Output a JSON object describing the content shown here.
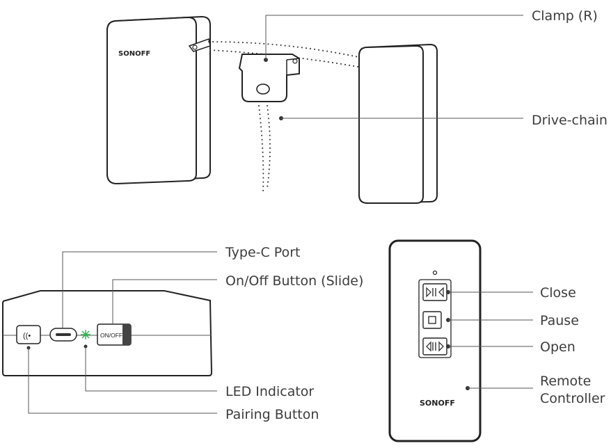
{
  "labels": {
    "clamp": "Clamp (R)",
    "drive_chain": "Drive-chain",
    "type_c_port": "Type-C Port",
    "on_off_button": "On/Off Button (Slide)",
    "led_indicator": "LED Indicator",
    "pairing_button": "Pairing Button",
    "close": "Close",
    "pause": "Pause",
    "open": "Open",
    "remote_line1": "Remote",
    "remote_line2": "Controller"
  },
  "device_text": {
    "brand": "SONOFF",
    "switch_label": "ON/OFF"
  },
  "colors": {
    "outline": "#222222",
    "leader_line": "#555555",
    "label_text": "#3c3c3c",
    "led": "#2fb34a"
  }
}
